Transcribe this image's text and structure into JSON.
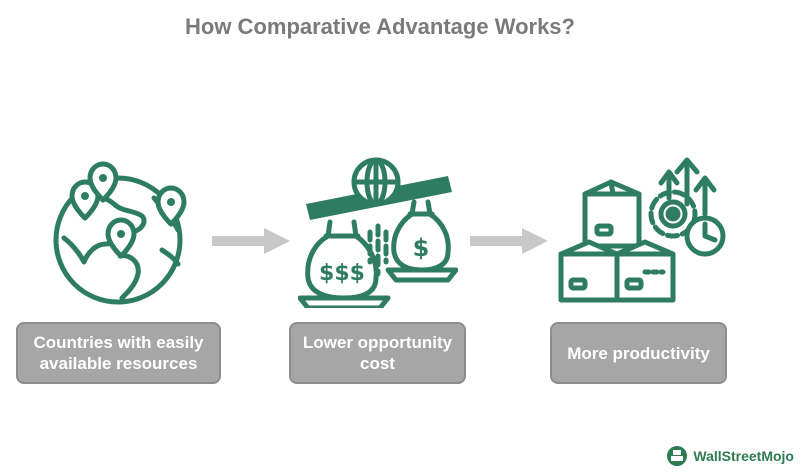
{
  "title": "How Comparative Advantage Works?",
  "steps": [
    {
      "label": "Countries with easily available resources",
      "icon": "globe-pins-icon"
    },
    {
      "label": "Lower opportunity cost",
      "icon": "scale-money-bags-icon"
    },
    {
      "label": "More productivity",
      "icon": "boxes-gear-growth-icon"
    }
  ],
  "brand": {
    "name": "WallStreetMojo"
  },
  "colors": {
    "icon": "#2e7d62",
    "box": "#a6a6a6",
    "arrow": "#c8c8c8",
    "title": "#7a7a7a"
  }
}
